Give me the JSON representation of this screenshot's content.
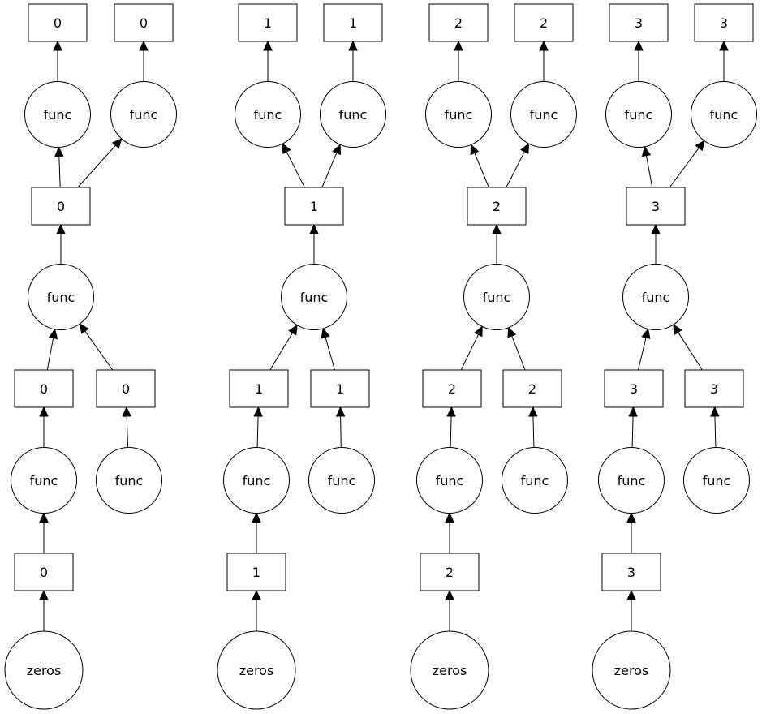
{
  "diagram": {
    "columns": [
      {
        "key": "0",
        "zeros_label": "zeros",
        "func_label": "func",
        "chunk_label": "0"
      },
      {
        "key": "1",
        "zeros_label": "zeros",
        "func_label": "func",
        "chunk_label": "1"
      },
      {
        "key": "2",
        "zeros_label": "zeros",
        "func_label": "func",
        "chunk_label": "2"
      },
      {
        "key": "3",
        "zeros_label": "zeros",
        "func_label": "func",
        "chunk_label": "3"
      }
    ]
  }
}
